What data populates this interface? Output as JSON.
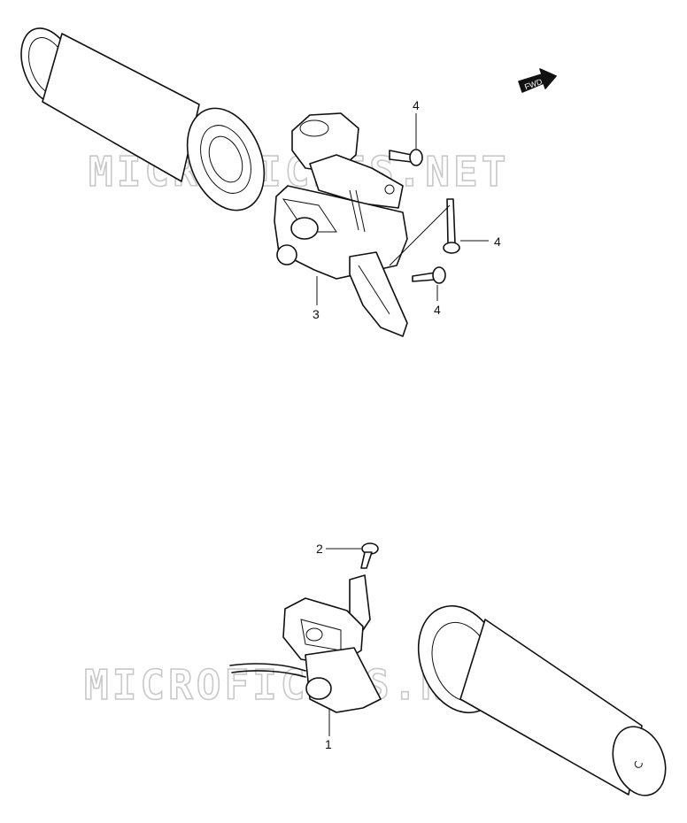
{
  "watermark": "MICROFICHES.NET",
  "fwd_label": "FWD",
  "callouts": {
    "c1": "1",
    "c2": "2",
    "c3": "3",
    "c4a": "4",
    "c4b": "4",
    "c4c": "4"
  }
}
